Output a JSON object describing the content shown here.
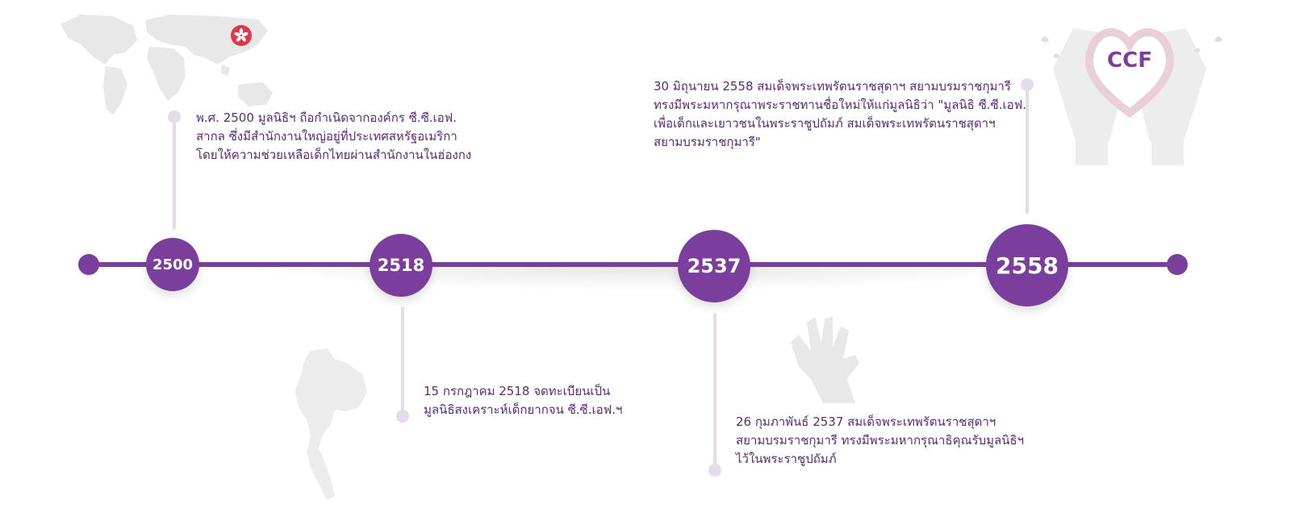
{
  "colors": {
    "accent": "#7a3f9c",
    "stem": "#e6dbe9",
    "text": "#5a2a76",
    "decor": "#e8e8e8"
  },
  "timeline": {
    "milestones": [
      {
        "year": "2500",
        "lines": [
          "พ.ศ. 2500 มูลนิธิฯ ถือกำเนิดจากองค์กร ซี.ซี.เอฟ.",
          "สากล ซึ่งมีสำนักงานใหญ่อยู่ที่ประเทศสหรัฐอเมริกา",
          "โดยให้ความช่วยเหลือเด็กไทยผ่านสำนักงานในฮ่องกง"
        ]
      },
      {
        "year": "2518",
        "lines": [
          "15 กรกฎาคม 2518 จดทะเบียนเป็น",
          "มูลนิธิสงเคราะห์เด็กยากจน ซี.ซี.เอฟ.ฯ"
        ]
      },
      {
        "year": "2537",
        "lines": [
          "26 กุมภาพันธ์ 2537 สมเด็จพระเทพรัตนราชสุดาฯ",
          "สยามบรมราชกุมารี ทรงมีพระมหากรุณาธิคุณรับมูลนิธิฯ",
          "ไว้ในพระราชูปถัมภ์"
        ]
      },
      {
        "year": "2558",
        "lines": [
          "30 มิถุนายน 2558 สมเด็จพระเทพรัตนราชสุดาฯ สยามบรมราชกุมารี",
          "ทรงมีพระมหากรุณาพระราชทานชื่อใหม่ให้แก่มูลนิธิว่า \"มูลนิธิ ซี.ซี.เอฟ.",
          "เพื่อเด็กและเยาวชนในพระราชูปถัมภ์ สมเด็จพระเทพรัตนราชสุดาฯ",
          "สยามบรมราชกุมารี\""
        ]
      }
    ]
  },
  "logo": {
    "text": "CCF",
    "icon": "heart-hands-icon"
  },
  "decorations": [
    "world-map-icon",
    "hong-kong-flag-icon",
    "thailand-map-icon",
    "helping-hand-icon"
  ]
}
